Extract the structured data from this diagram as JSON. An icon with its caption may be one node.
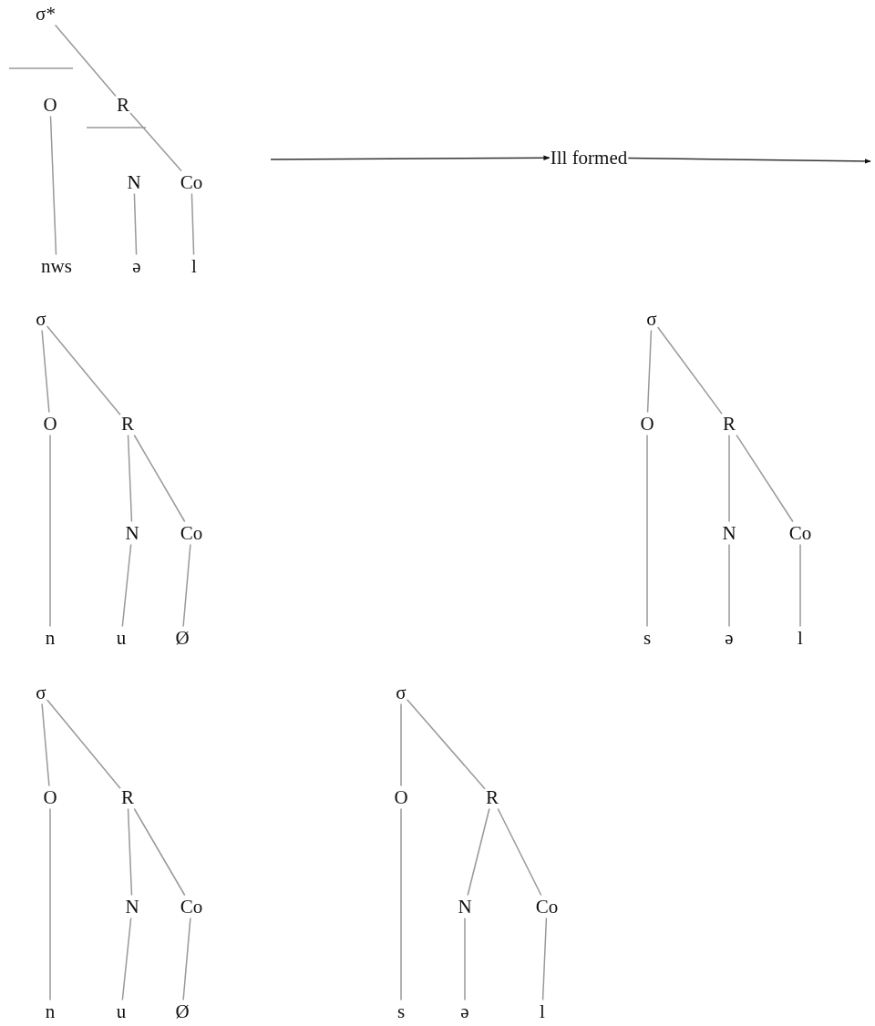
{
  "diagram": {
    "nodes": [
      {
        "text": [
          "σ*"
        ]
      },
      {
        "text": [
          "O"
        ]
      },
      {
        "text": [
          "R"
        ]
      },
      {
        "text": [
          "N"
        ]
      },
      {
        "text": [
          "Co"
        ]
      },
      {
        "text": [
          "nws"
        ]
      },
      {
        "text": [
          "ə"
        ]
      },
      {
        "text": [
          "l"
        ]
      },
      {
        "text": [
          "Ill formed"
        ]
      },
      {
        "text": [
          "σ"
        ]
      },
      {
        "text": [
          "O"
        ]
      },
      {
        "text": [
          "R"
        ]
      },
      {
        "text": [
          "N"
        ]
      },
      {
        "text": [
          "Co"
        ]
      },
      {
        "text": [
          "n"
        ]
      },
      {
        "text": [
          "u"
        ]
      },
      {
        "text": [
          "Ø"
        ]
      },
      {
        "text": [
          "σ"
        ]
      },
      {
        "text": [
          "O"
        ]
      },
      {
        "text": [
          "R"
        ]
      },
      {
        "text": [
          "N"
        ]
      },
      {
        "text": [
          "Co"
        ]
      },
      {
        "text": [
          "s"
        ]
      },
      {
        "text": [
          "ə"
        ]
      },
      {
        "text": [
          "l"
        ]
      },
      {
        "text": [
          "σ"
        ]
      },
      {
        "text": [
          "O"
        ]
      },
      {
        "text": [
          "R"
        ]
      },
      {
        "text": [
          "N"
        ]
      },
      {
        "text": [
          "Co"
        ]
      },
      {
        "text": [
          "n"
        ]
      },
      {
        "text": [
          "u"
        ]
      },
      {
        "text": [
          "Ø"
        ]
      },
      {
        "text": [
          "σ"
        ]
      },
      {
        "text": [
          "O"
        ]
      },
      {
        "text": [
          "R"
        ]
      },
      {
        "text": [
          "N"
        ]
      },
      {
        "text": [
          "Co"
        ]
      },
      {
        "text": [
          "s"
        ]
      },
      {
        "text": [
          "ə"
        ]
      },
      {
        "text": [
          "l"
        ]
      }
    ],
    "edges": [
      {
        "from": 0,
        "to": 2,
        "arrow": "none"
      },
      {
        "from": 2,
        "to": 4,
        "arrow": "none"
      },
      {
        "from": 1,
        "to": 5,
        "arrow": "none"
      },
      {
        "from": 3,
        "to": 6,
        "arrow": "none"
      },
      {
        "from": 4,
        "to": 7,
        "arrow": "none"
      },
      {
        "from": null,
        "to": 8,
        "arrow": "to",
        "color": "#333333"
      },
      {
        "from": 8,
        "to": null,
        "arrow": "to",
        "color": "#333333"
      },
      {
        "from": 9,
        "to": 10,
        "arrow": "none"
      },
      {
        "from": 9,
        "to": 11,
        "arrow": "none"
      },
      {
        "from": 11,
        "to": 12,
        "arrow": "none"
      },
      {
        "from": 11,
        "to": 13,
        "arrow": "none"
      },
      {
        "from": 10,
        "to": 14,
        "arrow": "none"
      },
      {
        "from": 12,
        "to": 15,
        "arrow": "none"
      },
      {
        "from": 13,
        "to": 16,
        "arrow": "none"
      },
      {
        "from": 17,
        "to": 18,
        "arrow": "none"
      },
      {
        "from": 17,
        "to": 19,
        "arrow": "none"
      },
      {
        "from": 19,
        "to": 20,
        "arrow": "none"
      },
      {
        "from": 19,
        "to": 21,
        "arrow": "none"
      },
      {
        "from": 18,
        "to": 22,
        "arrow": "none"
      },
      {
        "from": 20,
        "to": 23,
        "arrow": "none"
      },
      {
        "from": 21,
        "to": 24,
        "arrow": "none"
      },
      {
        "from": 25,
        "to": 26,
        "arrow": "none"
      },
      {
        "from": 25,
        "to": 27,
        "arrow": "none"
      },
      {
        "from": 27,
        "to": 28,
        "arrow": "none"
      },
      {
        "from": 27,
        "to": 29,
        "arrow": "none"
      },
      {
        "from": 26,
        "to": 30,
        "arrow": "none"
      },
      {
        "from": 28,
        "to": 31,
        "arrow": "none"
      },
      {
        "from": 29,
        "to": 32,
        "arrow": "none"
      },
      {
        "from": 33,
        "to": 34,
        "arrow": "none"
      },
      {
        "from": 33,
        "to": 35,
        "arrow": "none"
      },
      {
        "from": 35,
        "to": 36,
        "arrow": "none"
      },
      {
        "from": 35,
        "to": 37,
        "arrow": "none"
      },
      {
        "from": 34,
        "to": 38,
        "arrow": "none"
      },
      {
        "from": 36,
        "to": 39,
        "arrow": "none"
      },
      {
        "from": 37,
        "to": 40,
        "arrow": "none"
      }
    ]
  }
}
